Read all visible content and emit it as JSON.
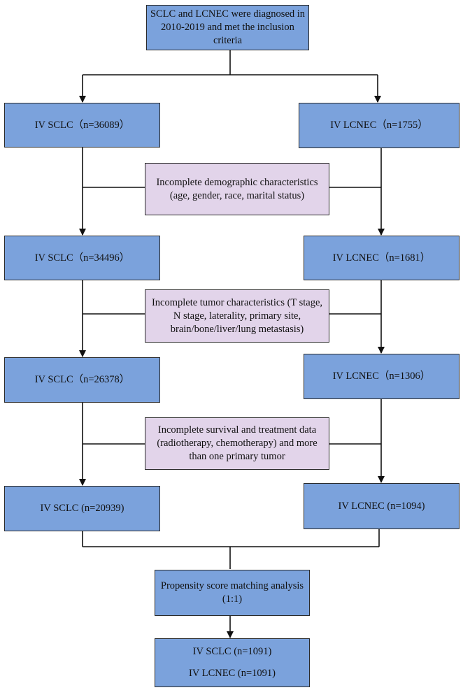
{
  "nodes": {
    "start": "SCLC and LCNEC were diagnosed in 2010-2019 and met the inclusion criteria",
    "sclc_1": "IV SCLC（n=36089）",
    "lcnec_1": "IV LCNEC（n=1755）",
    "excl_1": "Incomplete demographic characteristics (age, gender, race, marital status)",
    "sclc_2": "IV SCLC（n=34496）",
    "lcnec_2": "IV LCNEC（n=1681）",
    "excl_2": "Incomplete tumor characteristics (T stage, N stage, laterality, primary site, brain/bone/liver/lung metastasis)",
    "sclc_3": "IV SCLC（n=26378）",
    "lcnec_3": "IV LCNEC（n=1306）",
    "excl_3": "Incomplete survival and treatment data (radiotherapy, chemotherapy) and more than one primary tumor",
    "sclc_4": "IV SCLC (n=20939)",
    "lcnec_4": "IV LCNEC (n=1094)",
    "psm": "Propensity score matching analysis (1:1)",
    "final_sclc": "IV SCLC (n=1091)",
    "final_lcnec": "IV LCNEC (n=1091)"
  }
}
